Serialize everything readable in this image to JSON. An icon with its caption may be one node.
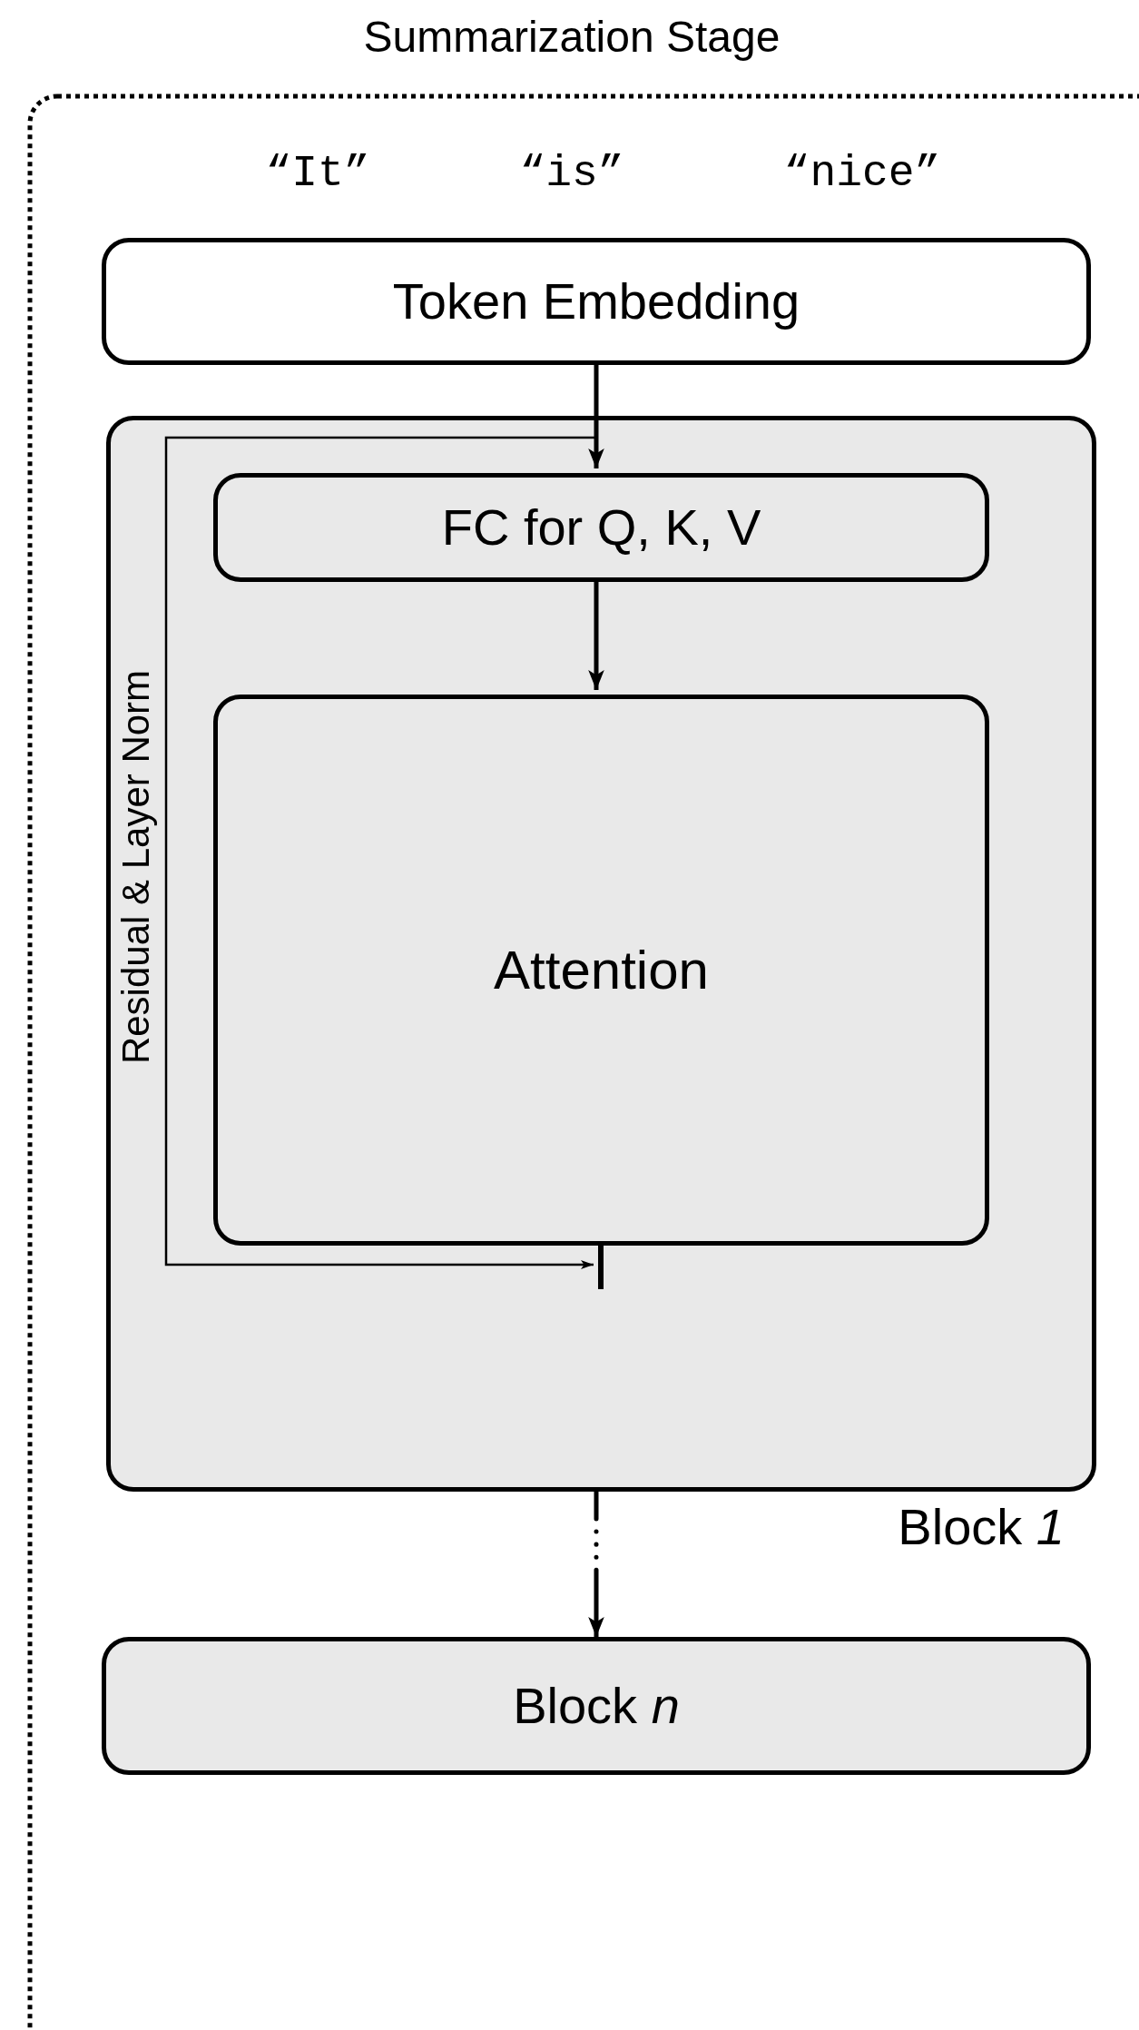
{
  "diagram": {
    "nodes": [
      {
        "text": [
          "Summarization Stage"
        ]
      },
      {
        "text": [
          "Token Embedding"
        ],
        "in": 0
      },
      {
        "text": [
          "Block *1*"
        ],
        "in": 0
      },
      {
        "text": [
          "FC for Q, K, V"
        ],
        "in": 2
      },
      {
        "text": [
          "Attention"
        ],
        "in": 2
      },
      {
        "text": [],
        "shape": "bar",
        "in": 2
      },
      {
        "text": [
          "Block *n*"
        ],
        "in": 0
      }
    ],
    "edges": [
      {
        "from": 1,
        "to": 3,
        "arrow": "to"
      },
      {
        "from": 3,
        "to": 4,
        "arrow": "to"
      },
      {
        "from": 1,
        "to": 5,
        "arrow": "to",
        "label": "Residual & Layer Norm"
      },
      {
        "from": 2,
        "to": 6,
        "arrow": "to",
        "style": "dashed"
      }
    ],
    "labels": [
      "“It”",
      "“is”",
      "“nice”"
    ]
  }
}
